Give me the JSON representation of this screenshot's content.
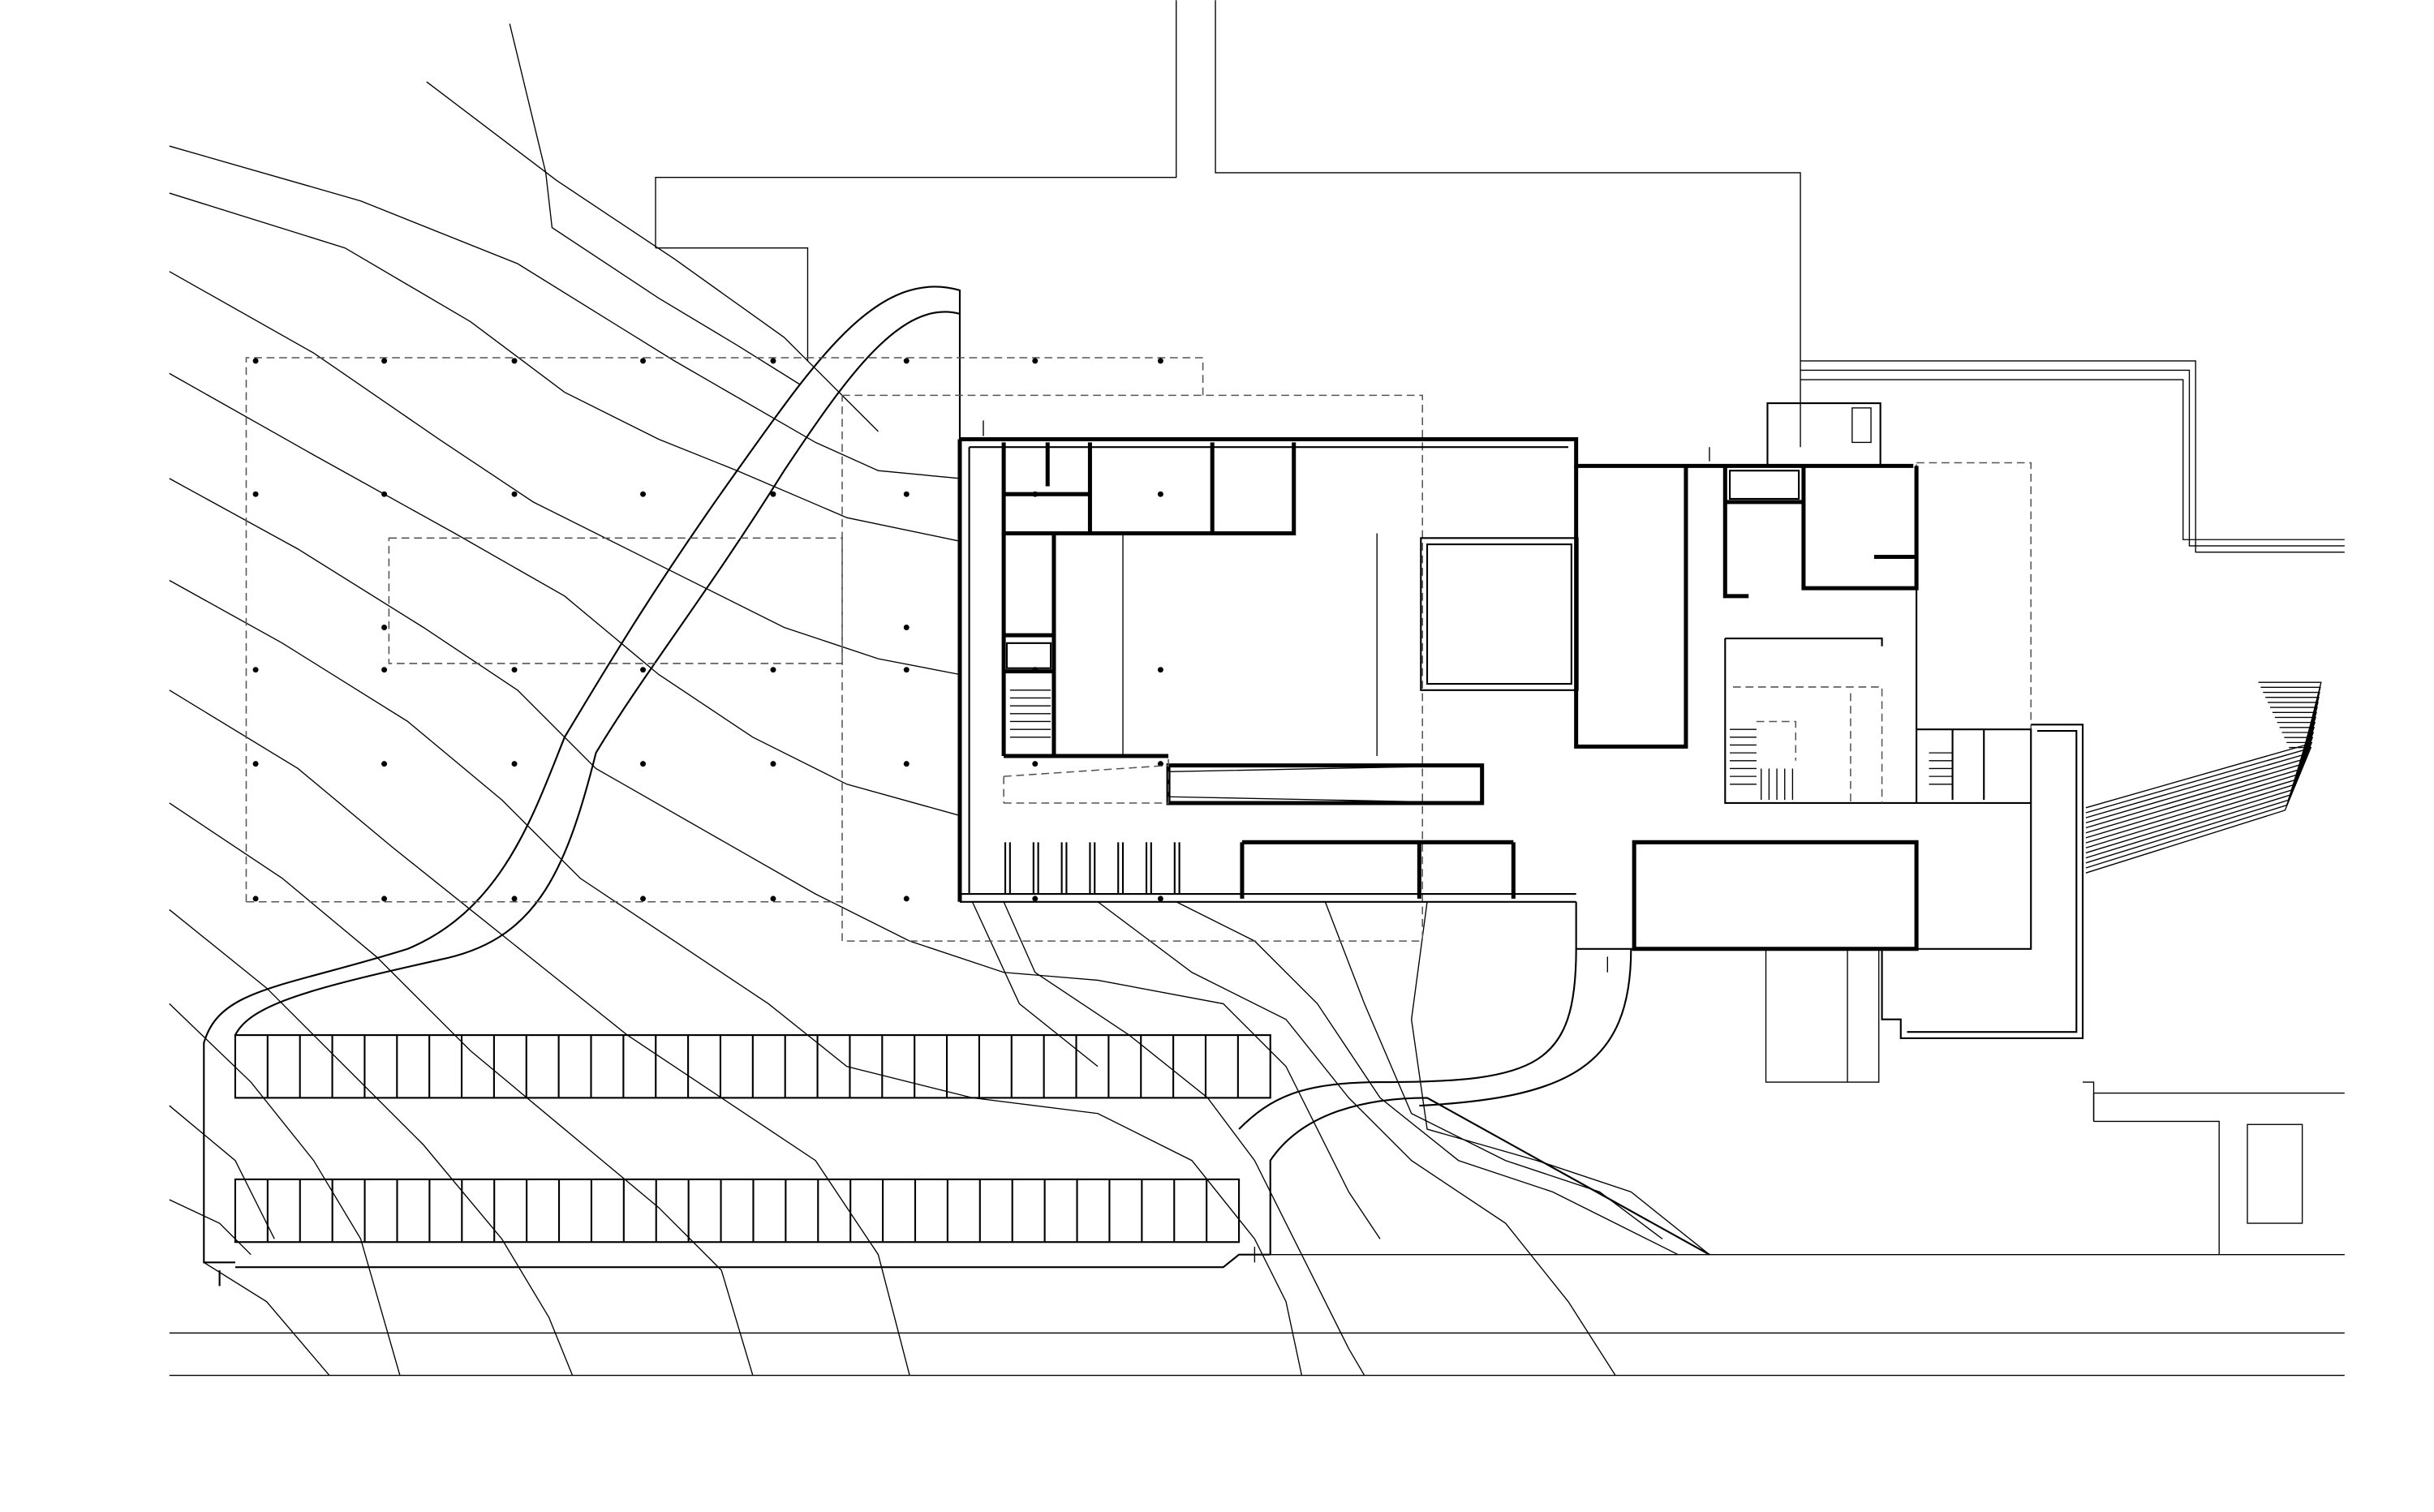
{
  "drawing": {
    "colors": {
      "line": "#000000",
      "background": "#ffffff",
      "dashed": "#555555"
    },
    "parking_rows": [
      {
        "stalls": 32
      },
      {
        "stalls": 31
      }
    ],
    "column_grid": {
      "columns": 8,
      "rows": 6
    }
  }
}
